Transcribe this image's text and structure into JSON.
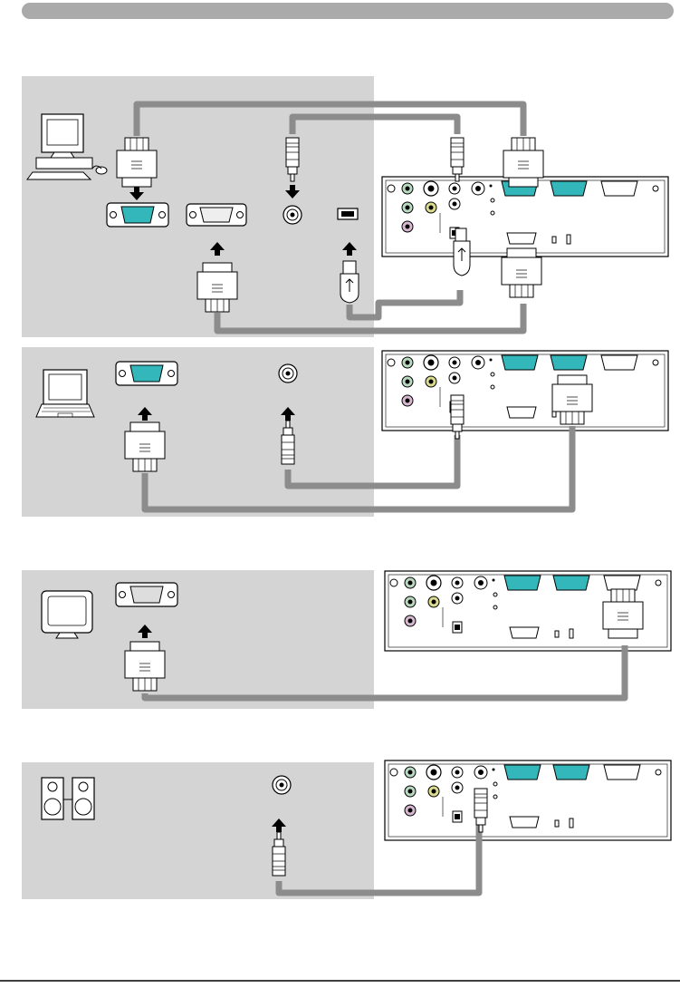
{
  "colors": {
    "panel": "#d4d4d4",
    "header_bar": "#aaaaaa",
    "cable": "#8c8c8c",
    "cyan": "#33b7bb",
    "line": "#000000",
    "white": "#ffffff"
  },
  "sections": [
    {
      "device": "desktop-pc",
      "icon": "desktop-computer-icon"
    },
    {
      "device": "laptop",
      "icon": "laptop-icon"
    },
    {
      "device": "monitor",
      "icon": "monitor-icon"
    },
    {
      "device": "speakers",
      "icon": "speakers-icon"
    }
  ]
}
